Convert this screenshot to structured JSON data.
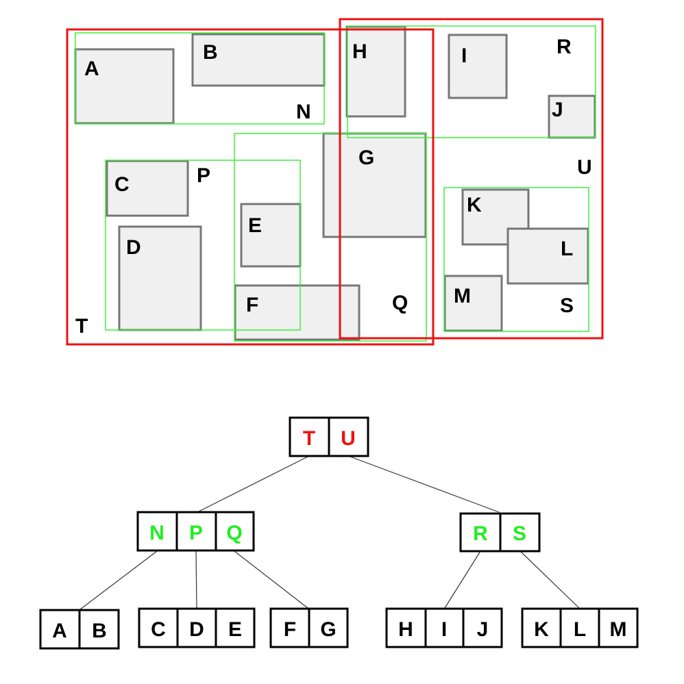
{
  "colors": {
    "root_label": "#ee1111",
    "leaf_label": "#22ee22",
    "object_label": "#000000",
    "object_fill": "#f0f0f0",
    "object_stroke": "#777777"
  },
  "objects": {
    "A": "A",
    "B": "B",
    "C": "C",
    "D": "D",
    "E": "E",
    "F": "F",
    "G": "G",
    "H": "H",
    "I": "I",
    "J": "J",
    "K": "K",
    "L": "L",
    "M": "M"
  },
  "leaf_rects": {
    "N": "N",
    "P": "P",
    "Q": "Q",
    "R": "R",
    "S": "S"
  },
  "root_rects": {
    "T": "T",
    "U": "U"
  },
  "tree": {
    "root": [
      "T",
      "U"
    ],
    "level1": [
      [
        "N",
        "P",
        "Q"
      ],
      [
        "R",
        "S"
      ]
    ],
    "leaves": [
      [
        "A",
        "B"
      ],
      [
        "C",
        "D",
        "E"
      ],
      [
        "F",
        "G"
      ],
      [
        "H",
        "I",
        "J"
      ],
      [
        "K",
        "L",
        "M"
      ]
    ]
  }
}
